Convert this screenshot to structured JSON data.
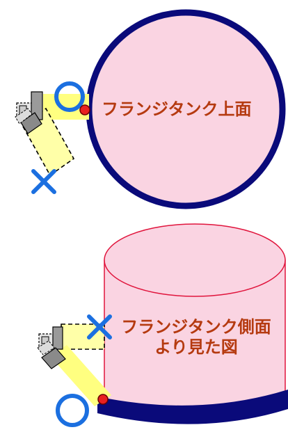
{
  "top_view": {
    "label": "フランジタンク上面"
  },
  "side_view": {
    "label_line1": "フランジタンク側面",
    "label_line2": "より見た図"
  },
  "colors": {
    "tank_fill": "#fad4e2",
    "tank_rim": "#0a0a7a",
    "tank_outline_side": "#e0143c",
    "arm_fill": "#ffff80",
    "arm_dashed_fill": "#ffffa8",
    "marker_circle": "#1b6fe0",
    "marker_cross": "#1b6fe0",
    "contact_point": "#e82020",
    "label_text": "#b53a10"
  }
}
